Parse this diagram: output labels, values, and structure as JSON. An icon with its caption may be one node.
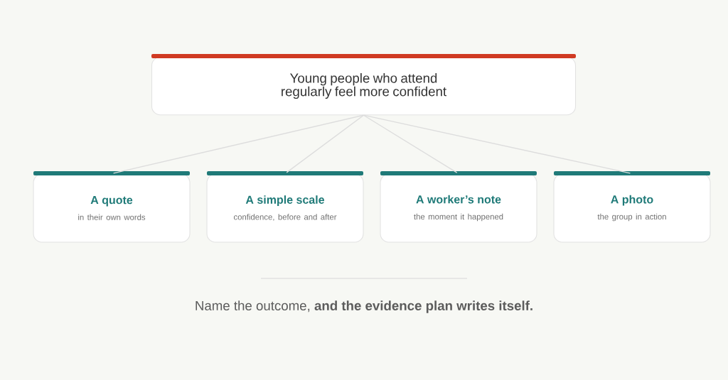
{
  "diagram": {
    "caption": "Name the outcome, **and the evidence plan writes itself.**",
    "nodes": [
      {
        "text": [
          "Young people who attend regularly feel more confident"
        ]
      },
      {
        "text": [
          "A quote",
          "in their own words"
        ]
      },
      {
        "text": [
          "A simple scale",
          "confidence, before and after"
        ]
      },
      {
        "text": [
          "A worker’s note",
          "the moment it happened"
        ]
      },
      {
        "text": [
          "A photo",
          "the group in action"
        ]
      }
    ],
    "edges": [
      {
        "from": 0,
        "to": 1,
        "arrow": "none"
      },
      {
        "from": 0,
        "to": 2,
        "arrow": "none"
      },
      {
        "from": 0,
        "to": 3,
        "arrow": "none"
      },
      {
        "from": 0,
        "to": 4,
        "arrow": "none"
      }
    ]
  }
}
